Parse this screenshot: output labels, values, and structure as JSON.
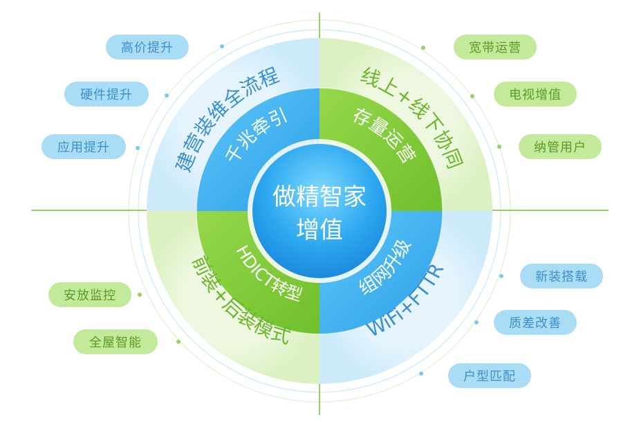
{
  "center": {
    "line1": "做精智家",
    "line2": "增值"
  },
  "inner_ring": {
    "top_left": "千兆牵引",
    "top_right": "存量运营",
    "bottom_left": "HDICT转型",
    "bottom_right": "组网升级"
  },
  "outer_ring": {
    "top_left": "建营装维全流程",
    "top_right": "线上+线下协同",
    "bottom_left": "前装+后装模式",
    "bottom_right": "WiFi+FTTR"
  },
  "pills": {
    "top_left": [
      "高价提升",
      "硬件提升",
      "应用提升"
    ],
    "top_right": [
      "宽带运营",
      "电视增值",
      "纳管用户"
    ],
    "bottom_left": [
      "安放监控",
      "全屋智能"
    ],
    "bottom_right": [
      "新装搭载",
      "质差改善",
      "户型匹配"
    ]
  },
  "colors": {
    "blue": "#29a7ee",
    "green": "#8fd03d",
    "pill_blue": "#a9dcf5",
    "pill_green": "#c3e99a"
  }
}
